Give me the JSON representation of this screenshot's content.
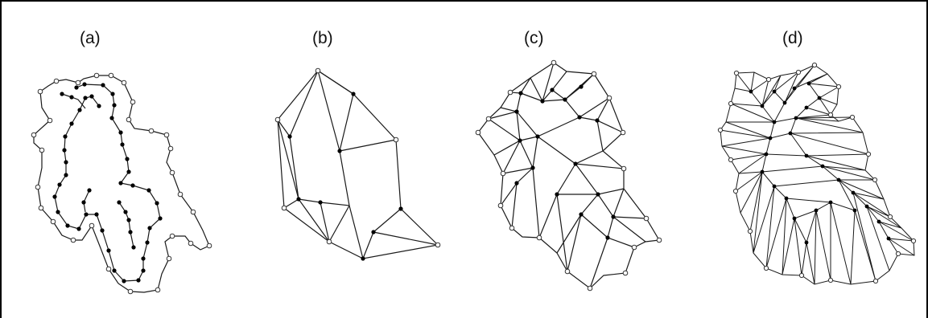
{
  "panels": [
    {
      "label": "(a)"
    },
    {
      "label": "(b)"
    },
    {
      "label": "(c)"
    },
    {
      "label": "(d)"
    }
  ],
  "colors": {
    "line": "#1a1a1a",
    "filled_node": "#000000",
    "open_node": "#ffffff"
  }
}
